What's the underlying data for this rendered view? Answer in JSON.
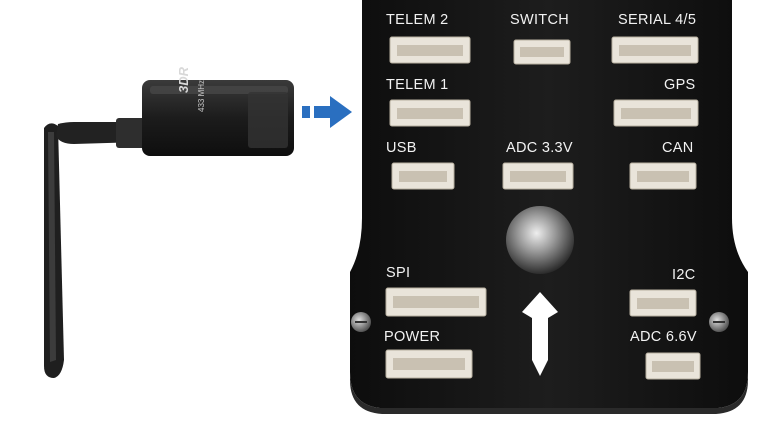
{
  "radio": {
    "brand": "3DR",
    "frequency": "433 MHz"
  },
  "board": {
    "ports": {
      "telem2": "TELEM 2",
      "switch": "SWITCH",
      "serial45": "SERIAL 4/5",
      "telem1": "TELEM 1",
      "gps": "GPS",
      "usb": "USB",
      "adc33": "ADC 3.3V",
      "can": "CAN",
      "spi": "SPI",
      "i2c": "I2C",
      "power": "POWER",
      "adc66": "ADC 6.6V"
    }
  },
  "colors": {
    "board": "#141414",
    "connector": "#e9e4da",
    "arrow": "#2a6fc0",
    "antenna": "#1c1c1c"
  },
  "icons": {
    "arrow": "arrow-right-icon",
    "direction": "direction-arrow-icon"
  }
}
